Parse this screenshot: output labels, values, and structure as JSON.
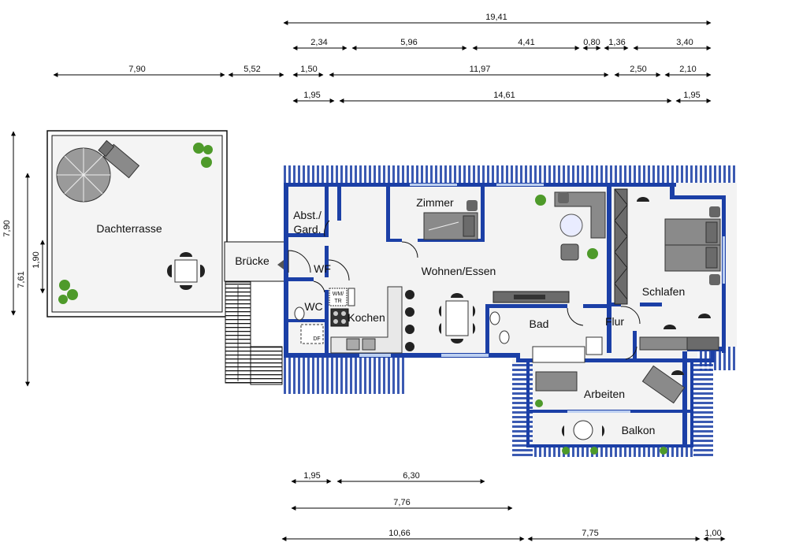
{
  "rooms": {
    "dachterrasse": "Dachterrasse",
    "bruecke": "Brücke",
    "abst": "Abst./",
    "gard": "Gard.",
    "wf": "WF",
    "wc": "WC",
    "kochen": "Kochen",
    "zimmer": "Zimmer",
    "wohnen": "Wohnen/Essen",
    "schlafen": "Schlafen",
    "bad": "Bad",
    "flur": "Flur",
    "arbeiten": "Arbeiten",
    "balkon": "Balkon"
  },
  "appliances": {
    "wm": "WM/",
    "tr": "TR",
    "df": "DF"
  },
  "dims_top": {
    "total": "19,41",
    "r2": [
      "2,34",
      "5,96",
      "4,41",
      "0,80",
      "1,36",
      "3,40"
    ],
    "r3": [
      "7,90",
      "5,52",
      "1,50",
      "11,97",
      "2,50",
      "2,10"
    ],
    "r4": [
      "1,95",
      "14,61",
      "1,95"
    ]
  },
  "dims_bottom": {
    "r1": [
      "1,95",
      "6,30"
    ],
    "r2": "7,76",
    "r3": [
      "10,66",
      "7,75",
      "1,00"
    ]
  },
  "dims_left": {
    "outer": "7,90",
    "middle": "7,61",
    "inner": "1,90"
  },
  "colors": {
    "wall": "#1b3fa6",
    "wall_light": "#6b8fd6",
    "floor": "#f3f3f3",
    "furniture": "#8a8a8a",
    "plant": "#4e9a2a"
  }
}
